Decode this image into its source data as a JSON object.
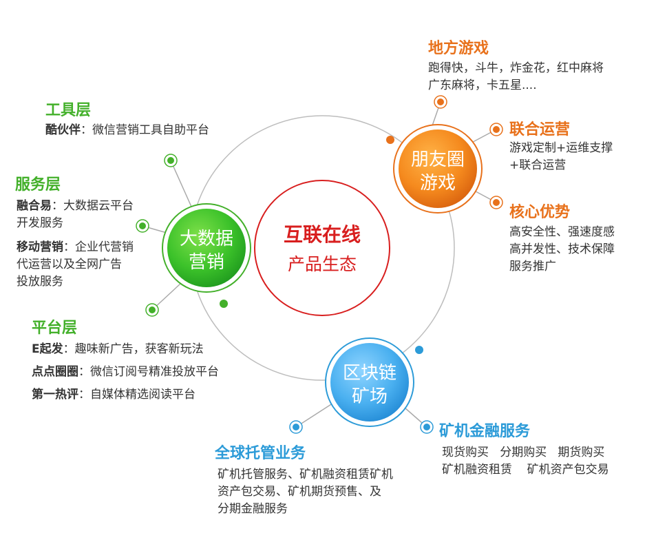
{
  "colors": {
    "green": "#43b02a",
    "orange": "#e8711b",
    "blue": "#2c9bd8",
    "red": "#d81e1e",
    "ring": "#bdbdbd"
  },
  "center": {
    "logo": "互联在线",
    "subtitle": "产品生态"
  },
  "nodes": {
    "bigdata": {
      "line1": "大数据",
      "line2": "营销"
    },
    "friends": {
      "line1": "朋友圈",
      "line2": "游戏"
    },
    "blockchain": {
      "line1": "区块链",
      "line2": "矿场"
    }
  },
  "sections": {
    "tools": {
      "title": "工具层",
      "label": "酷伙伴",
      "text": "：微信营销工具自助平台"
    },
    "service": {
      "title": "服务层",
      "item1_label": "融合易",
      "item1_text": "：大数据云平台",
      "item1_line2": "开发服务",
      "item2_label": "移动营销",
      "item2_text": "：企业代营销",
      "item2_line2": "代运营以及全网广告",
      "item2_line3": "投放服务"
    },
    "platform": {
      "title": "平台层",
      "item1_label": "E起发",
      "item1_text": "：趣味新广告，获客新玩法",
      "item2_label": "点点圈圈",
      "item2_text": "：微信订阅号精准投放平台",
      "item3_label": "第一热评",
      "item3_text": "：自媒体精选阅读平台"
    },
    "local_games": {
      "title": "地方游戏",
      "line1": "跑得快，斗牛，炸金花，红中麻将",
      "line2": "广东麻将，卡五星...."
    },
    "joint_ops": {
      "title": "联合运营",
      "line1": "游戏定制+运维支撑",
      "line2": "+联合运营"
    },
    "core_adv": {
      "title": "核心优势",
      "line1": "高安全性、强速度感",
      "line2": "高并发性、技术保障",
      "line3": "服务推广"
    },
    "global_hosting": {
      "title": "全球托管业务",
      "line1": "矿机托管服务、矿机融资租赁矿机",
      "line2": "资产包交易、矿机期货预售、及",
      "line3": "分期金融服务"
    },
    "finance": {
      "title": "矿机金融服务",
      "line1": "现货购买   分期购买   期货购买",
      "line2": "矿机融资租赁    矿机资产包交易"
    }
  }
}
